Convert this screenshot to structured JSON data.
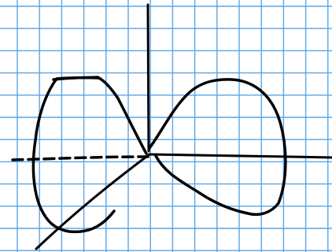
{
  "colors": {
    "paper": "#ffffff",
    "grid": "#5aa5e6",
    "ink": "#000000"
  },
  "figure": {
    "kind": "hand-drawn sketch on grid paper",
    "elements": [
      "grid",
      "vertical-axis",
      "horizontal-axis-solid",
      "horizontal-axis-dashed",
      "diagonal-axis",
      "left-lobe",
      "right-lobe"
    ]
  }
}
